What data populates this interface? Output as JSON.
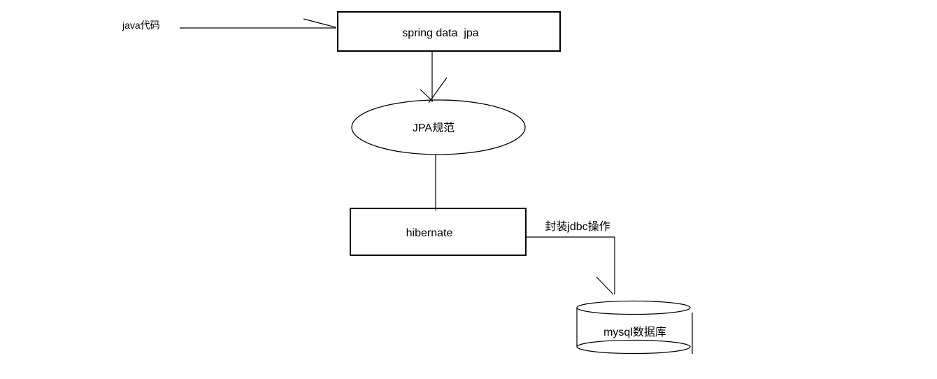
{
  "diagram": {
    "title": "spring data jpa architecture flow",
    "background_color": "#ffffff",
    "stroke_color": "#000000",
    "text_color": "#000000",
    "nodes": {
      "java_code": {
        "label": "java代码",
        "shape": "text-label"
      },
      "spring_data_jpa": {
        "label": "spring data  jpa",
        "shape": "rectangle"
      },
      "jpa_spec": {
        "label": "JPA规范",
        "shape": "ellipse"
      },
      "hibernate": {
        "label": "hibernate",
        "shape": "rectangle"
      },
      "mysql_db": {
        "label": "mysql数据库",
        "shape": "cylinder"
      }
    },
    "edges": [
      {
        "from": "java_code",
        "to": "spring_data_jpa",
        "style": "arrow",
        "label": ""
      },
      {
        "from": "spring_data_jpa",
        "to": "jpa_spec",
        "style": "arrow",
        "label": ""
      },
      {
        "from": "jpa_spec",
        "to": "hibernate",
        "style": "plain-line",
        "label": ""
      },
      {
        "from": "hibernate",
        "to": "mysql_db",
        "style": "arrow",
        "label": "封装jdbc操作"
      }
    ]
  }
}
